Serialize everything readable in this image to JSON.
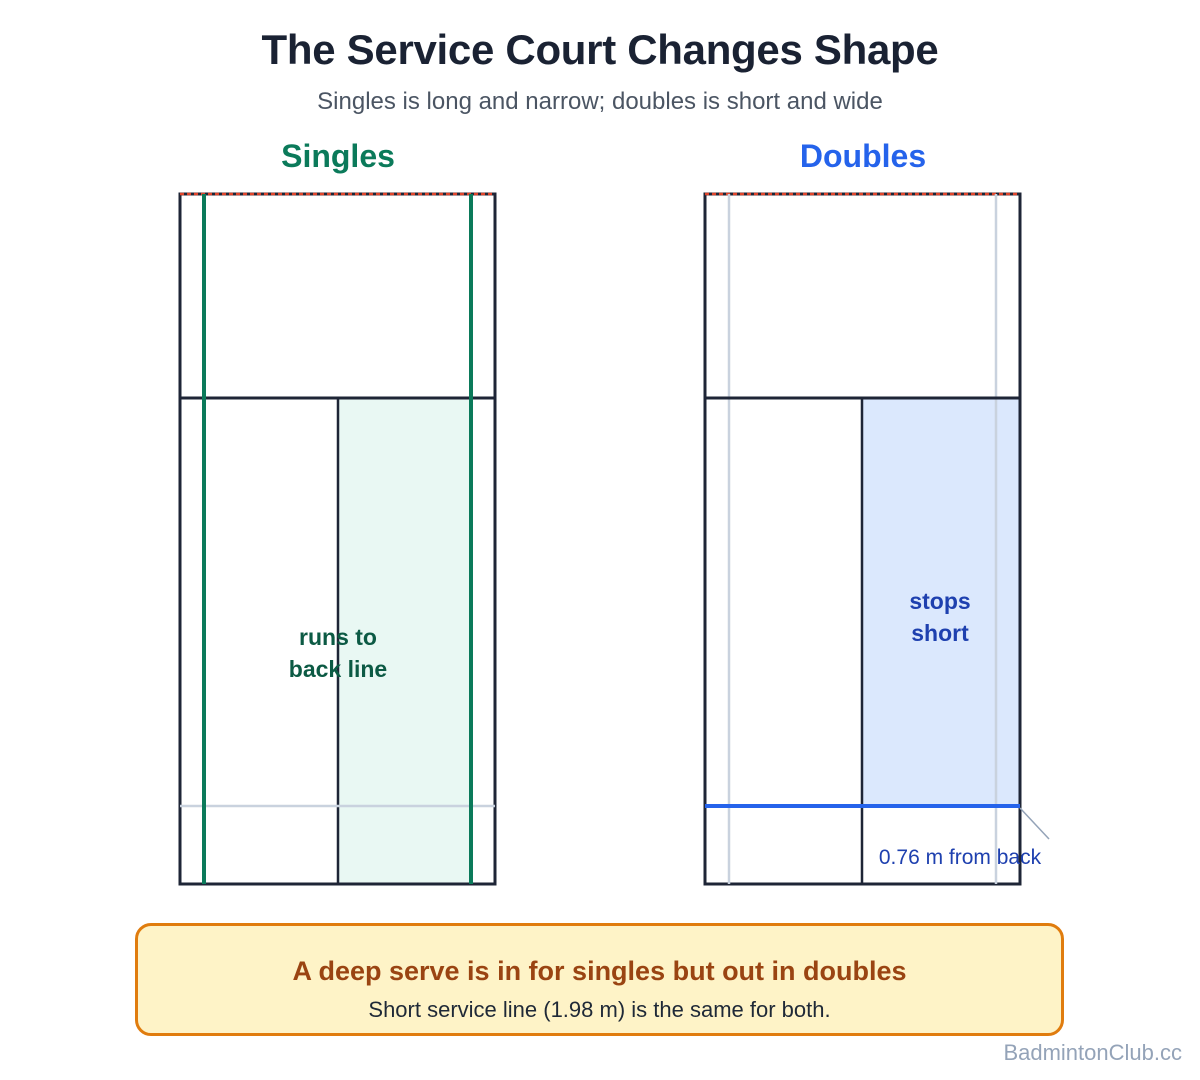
{
  "title": "The Service Court Changes Shape",
  "subtitle": "Singles is long and narrow; doubles is short and wide",
  "panels": {
    "singles": {
      "label": "Singles",
      "zone_label_line1": "runs to",
      "zone_label_line2": "back line"
    },
    "doubles": {
      "label": "Doubles",
      "zone_label_line1": "stops",
      "zone_label_line2": "short",
      "annotation": "0.76 m from back"
    }
  },
  "callout": {
    "heading": "A deep serve is in for singles but out in doubles",
    "body": "Short service line (1.98 m) is the same for both."
  },
  "footer": "BadmintonClub.cc",
  "colors": {
    "singles_accent": "#0b7a5a",
    "singles_fill": "#e9f8f3",
    "doubles_accent": "#2563eb",
    "doubles_fill": "#dbe8fd",
    "net": "#e0452b",
    "court_line": "#1e2536",
    "faint_line": "#c9d2de",
    "callout_bg": "#fef3c7",
    "callout_border": "#e07c0e"
  }
}
